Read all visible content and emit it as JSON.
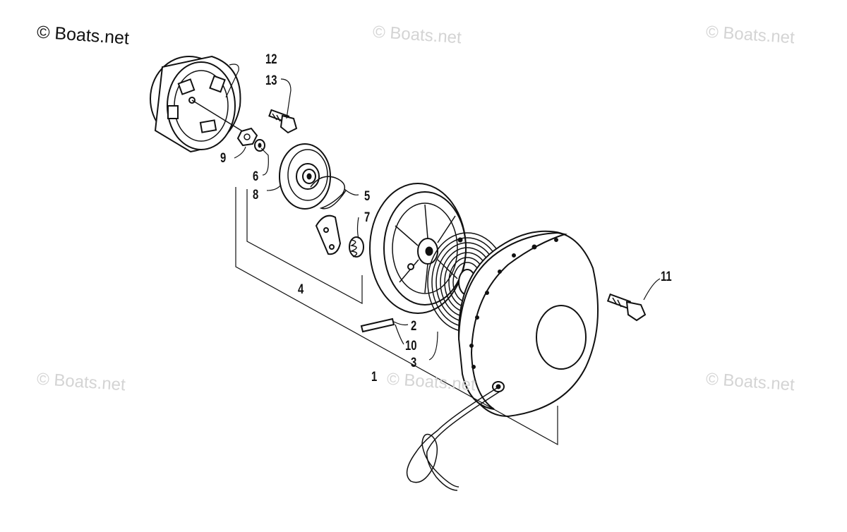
{
  "watermarks": {
    "main": "© Boats.net",
    "faint": "© Boats.net"
  },
  "callouts": {
    "c1": "1",
    "c2": "2",
    "c3": "3",
    "c4": "4",
    "c5": "5",
    "c6": "6",
    "c7": "7",
    "c8": "8",
    "c9": "9",
    "c10": "10",
    "c11": "11",
    "c12": "12",
    "c13": "13"
  }
}
